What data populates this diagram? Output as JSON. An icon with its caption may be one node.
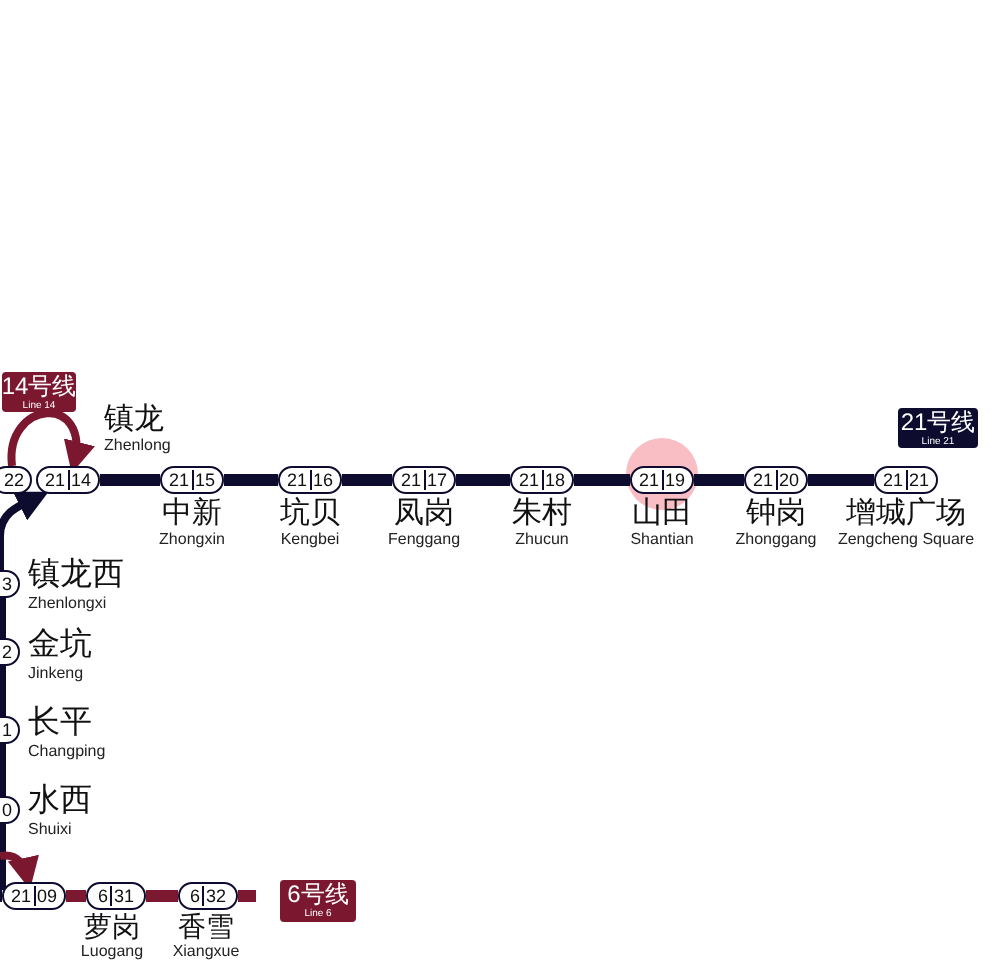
{
  "diagram": {
    "nodes": [
      {
        "text": [
          "14号线",
          "Line 14"
        ]
      },
      {
        "text": [
          "22"
        ]
      },
      {
        "text": [
          "21",
          "14"
        ],
        "beside": [
          "镇龙",
          "Zhenlong"
        ]
      },
      {
        "text": [
          "21",
          "15"
        ],
        "beside": [
          "中新",
          "Zhongxin"
        ]
      },
      {
        "text": [
          "21",
          "16"
        ],
        "beside": [
          "坑贝",
          "Kengbei"
        ]
      },
      {
        "text": [
          "21",
          "17"
        ],
        "beside": [
          "凤岗",
          "Fenggang"
        ]
      },
      {
        "text": [
          "21",
          "18"
        ],
        "beside": [
          "朱村",
          "Zhucun"
        ]
      },
      {
        "text": [
          "21",
          "19"
        ],
        "beside": [
          "山田",
          "Shantian"
        ]
      },
      {
        "text": [
          "21",
          "20"
        ],
        "beside": [
          "钟岗",
          "Zhonggang"
        ]
      },
      {
        "text": [
          "21号线",
          "Line 21"
        ]
      },
      {
        "text": [
          "21",
          "21"
        ],
        "beside": [
          "增城广场",
          "Zengcheng Square"
        ]
      },
      {
        "text": [
          "3"
        ],
        "beside": [
          "镇龙西",
          "Zhenlongxi"
        ]
      },
      {
        "text": [
          "2"
        ],
        "beside": [
          "金坑",
          "Jinkeng"
        ]
      },
      {
        "text": [
          "1"
        ],
        "beside": [
          "长平",
          "Changping"
        ]
      },
      {
        "text": [
          "0"
        ],
        "beside": [
          "水西",
          "Shuixi"
        ]
      },
      {
        "text": [
          "21",
          "09"
        ]
      },
      {
        "text": [
          "6",
          "31"
        ],
        "beside": [
          "萝岗",
          "Luogang"
        ]
      },
      {
        "text": [
          "6",
          "32"
        ],
        "beside": [
          "香雪",
          "Xiangxue"
        ]
      },
      {
        "text": [
          "6号线",
          "Line 6"
        ]
      }
    ],
    "edges": [
      {
        "from": 1,
        "to": 2,
        "arrow": "to",
        "color": "#7b1830"
      },
      {
        "from": 11,
        "to": 2,
        "arrow": "to"
      },
      {
        "from": 2,
        "to": 3,
        "arrow": "none"
      },
      {
        "from": 3,
        "to": 4,
        "arrow": "none"
      },
      {
        "from": 4,
        "to": 5,
        "arrow": "none"
      },
      {
        "from": 5,
        "to": 6,
        "arrow": "none"
      },
      {
        "from": 6,
        "to": 7,
        "arrow": "none"
      },
      {
        "from": 7,
        "to": 8,
        "arrow": "none"
      },
      {
        "from": 8,
        "to": 10,
        "arrow": "none"
      },
      {
        "from": 11,
        "to": 12,
        "arrow": "none"
      },
      {
        "from": 12,
        "to": 13,
        "arrow": "none"
      },
      {
        "from": 13,
        "to": 14,
        "arrow": "none"
      },
      {
        "from": 14,
        "to": 15,
        "arrow": "none"
      },
      {
        "from": null,
        "to": 15,
        "arrow": "to",
        "color": "#7b1830"
      },
      {
        "from": 15,
        "to": 16,
        "arrow": "none",
        "color": "#7b1830"
      },
      {
        "from": 16,
        "to": 17,
        "arrow": "none",
        "color": "#7b1830"
      },
      {
        "from": 17,
        "to": null,
        "arrow": "none",
        "color": "#7b1830"
      }
    ]
  }
}
